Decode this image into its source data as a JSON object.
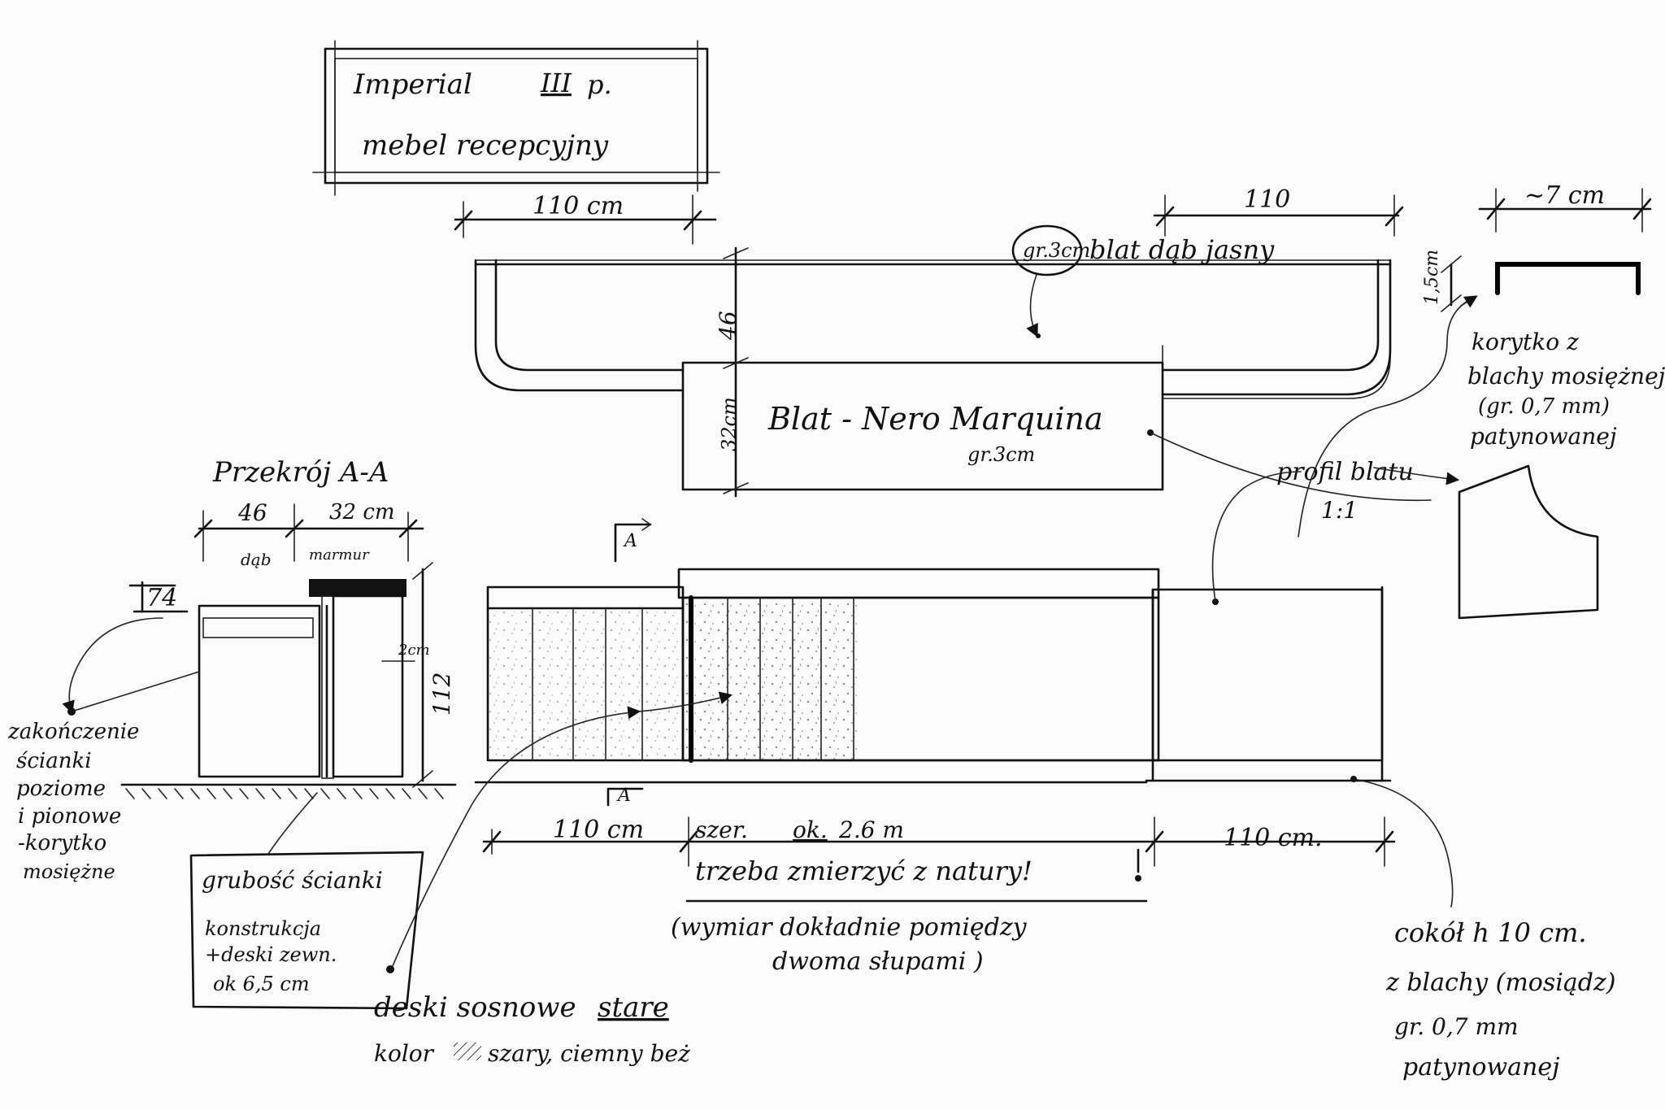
{
  "title_box": {
    "line1": "Imperial",
    "floor_num": "III",
    "floor_suffix": "p.",
    "line2": "mebel recepcyjny"
  },
  "plan": {
    "dim_left": "110 cm",
    "dim_right": "110",
    "top_note_circle": "gr.3cm",
    "top_note": "blat dąb jasny",
    "depth_46": "46",
    "depth_32": "32cm",
    "counter_label": "Blat - Nero Marquina",
    "counter_sub": "gr.3cm"
  },
  "detail_profile": {
    "dim_width": "~7 cm",
    "dim_height": "1,5cm",
    "text": [
      "korytko z",
      "blachy mosiężnej",
      "(gr. 0,7 mm)",
      "patynowanej"
    ]
  },
  "profile_note": {
    "line1": "profil blatu",
    "line2": "1:1"
  },
  "section": {
    "title": "Przekrój A-A",
    "dim_46": "46",
    "dim_32": "32 cm",
    "label_oak": "dąb",
    "label_marble": "marmur",
    "height_74": "74",
    "height_112": "112",
    "dim_2cm": "2cm"
  },
  "left_note": [
    "zakończenie",
    "ścianki",
    "poziome",
    "i pionowe",
    "-korytko",
    "mosiężne"
  ],
  "wall_note": {
    "title": "grubość ścianki",
    "lines": [
      "konstrukcja",
      "+deski zewn.",
      "ok 6,5 cm"
    ]
  },
  "section_marker": "A",
  "elevation": {
    "dim_left": "110 cm",
    "width_prefix": "szer.",
    "width_ok": "ok.",
    "width_value": "2.6 m",
    "dim_right": "110 cm."
  },
  "measure_note": {
    "line1": "trzeba zmierzyć z natury!",
    "line2": "(wymiar dokładnie pomiędzy",
    "line3": "dwoma słupami )"
  },
  "pine_note": {
    "line1_a": "deski sosnowe",
    "line1_b": "stare",
    "line2": "kolor",
    "line2_b": "szary, ciemny beż"
  },
  "plinth_note": [
    "cokół h 10 cm.",
    "z blachy (mosiądz)",
    "gr. 0,7 mm",
    "patynowanej"
  ]
}
